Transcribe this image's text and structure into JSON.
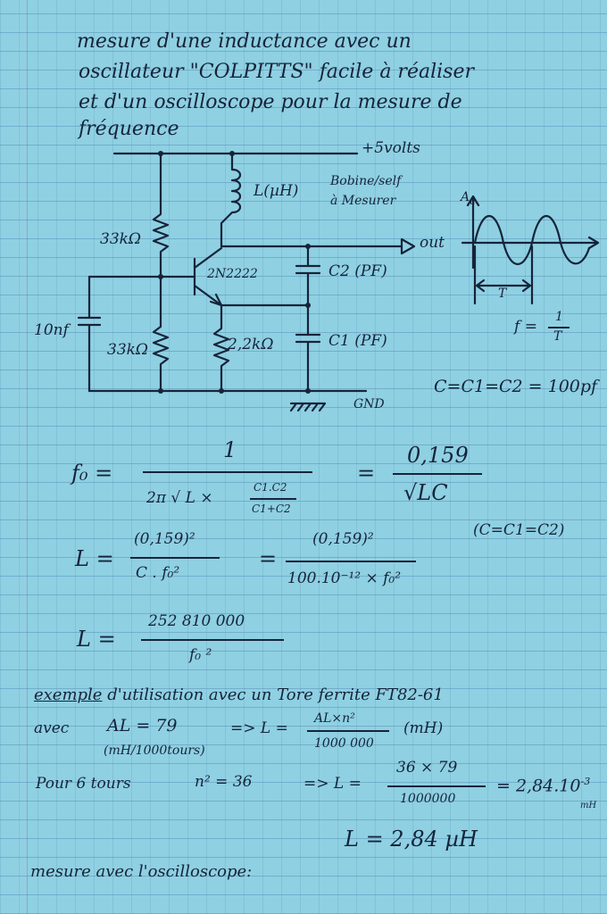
{
  "title": {
    "line1": "mesure d'une inductance avec un",
    "line2": "oscillateur \"COLPITTS\" facile à réaliser",
    "line3": "et d'un oscilloscope pour la mesure de",
    "line4": "fréquence"
  },
  "schematic": {
    "supply": "+5volts",
    "inductor": "L(µH)",
    "inductor_note_1": "Bobine/self",
    "inductor_note_2": "à Mesurer",
    "r_top": "33kΩ",
    "r_bottom": "33kΩ",
    "r_emitter": "2,2kΩ",
    "capacitor_base": "10nf",
    "transistor": "2N2222",
    "c2": "C2 (PF)",
    "c1": "C1 (PF)",
    "out": "out",
    "gnd": "GND"
  },
  "waveform": {
    "axis": "A",
    "axis_sub": "u",
    "period": "T",
    "freq_lhs": "f =",
    "freq_num": "1",
    "freq_den": "T"
  },
  "caps_equal": "C=C1=C2 = 100pf",
  "formulas": {
    "f0_lhs": "f₀ =",
    "f0_num": "1",
    "f0_den_prefix": "2π √ L ×",
    "f0_inner_num": "C1.C2",
    "f0_inner_den": "C1+C2",
    "eq_sign": "=",
    "f0_alt_num": "0,159",
    "f0_alt_den": "√LC",
    "note_c": "(C=C1=C2)",
    "L_lhs": "L =",
    "L_num1": "(0,159)²",
    "L_den1": "C . f₀²",
    "L_num2": "(0,159)²",
    "L_den2": "100.10⁻¹² × f₀²",
    "L2_lhs": "L =",
    "L2_num": "252 810 000",
    "L2_den": "f₀ ²"
  },
  "example": {
    "line1_prefix": "exemple",
    "line1_rest": "d'utilisation avec un Tore ferrite FT82-61",
    "avec": "avec",
    "al": "AL = 79",
    "al_units": "(mH/1000tours)",
    "arrow1": "=> L =",
    "al_num": "AL×n²",
    "al_den": "1000 000",
    "unit_mh": "(mH)",
    "pour": "Pour 6 tours",
    "n2": "n² = 36",
    "arrow2": "=> L =",
    "calc_num": "36 × 79",
    "calc_den": "1000000",
    "result_prefix": "= 2,84.10",
    "result_exp": "-3",
    "result_unit": "mH",
    "final": "L = 2,84 µH",
    "measure": "mesure avec l'oscilloscope:"
  },
  "colors": {
    "paper": "#8fd0e2",
    "ink": "#15243a",
    "grid": "#285a96",
    "margin": "#c83c78"
  }
}
